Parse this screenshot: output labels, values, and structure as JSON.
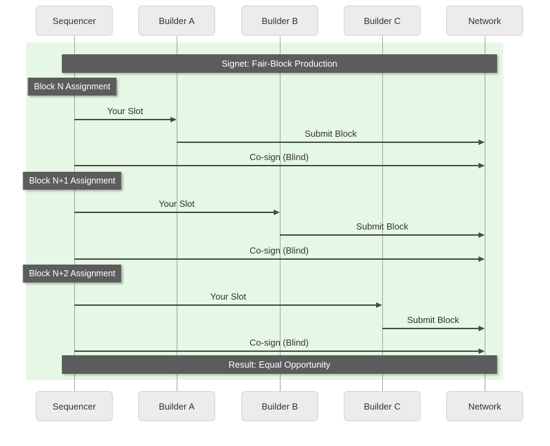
{
  "diagram": {
    "title_bar": "Signet: Fair-Block Production",
    "result_bar": "Result: Equal Opportunity",
    "participants": [
      {
        "label": "Sequencer"
      },
      {
        "label": "Builder A"
      },
      {
        "label": "Builder B"
      },
      {
        "label": "Builder C"
      },
      {
        "label": "Network"
      }
    ],
    "sections": [
      {
        "note": "Block N Assignment",
        "messages": [
          {
            "from": "Sequencer",
            "to": "Builder A",
            "label": "Your Slot"
          },
          {
            "from": "Builder A",
            "to": "Network",
            "label": "Submit Block"
          },
          {
            "from": "Sequencer",
            "to": "Network",
            "label": "Co-sign (Blind)"
          }
        ]
      },
      {
        "note": "Block N+1 Assignment",
        "messages": [
          {
            "from": "Sequencer",
            "to": "Builder B",
            "label": "Your Slot"
          },
          {
            "from": "Builder B",
            "to": "Network",
            "label": "Submit Block"
          },
          {
            "from": "Sequencer",
            "to": "Network",
            "label": "Co-sign (Blind)"
          }
        ]
      },
      {
        "note": "Block N+2 Assignment",
        "messages": [
          {
            "from": "Sequencer",
            "to": "Builder C",
            "label": "Your Slot"
          },
          {
            "from": "Builder C",
            "to": "Network",
            "label": "Submit Block"
          },
          {
            "from": "Sequencer",
            "to": "Network",
            "label": "Co-sign (Blind)"
          }
        ]
      }
    ]
  },
  "colors": {
    "canvas_bg": "#ffffff",
    "highlight_bg": "#e5f7e5",
    "bar_bg": "#5c5c5c",
    "bar_text": "#ffffff",
    "participant_bg": "#ececec",
    "participant_border": "#d4d4d4",
    "lifeline": "#a3a3a3",
    "arrow": "#4a4a4a",
    "text": "#333333"
  }
}
